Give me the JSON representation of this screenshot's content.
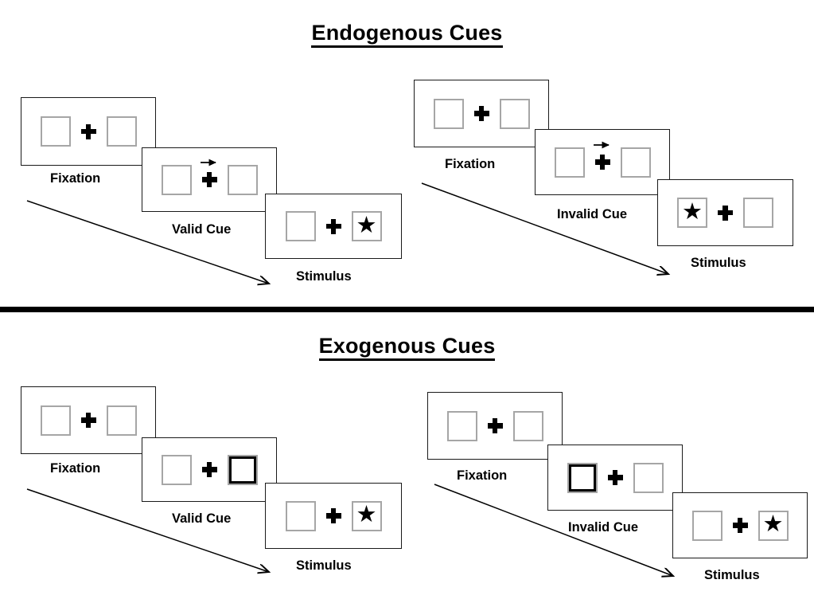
{
  "figure": {
    "title_top": "Endogenous Cues",
    "title_bottom": "Exogenous Cues"
  },
  "labels": {
    "fixation": "Fixation",
    "valid_cue": "Valid Cue",
    "invalid_cue": "Invalid Cue",
    "stimulus": "Stimulus"
  },
  "glyphs": {
    "star": "★"
  },
  "colors": {
    "box_border": "#a6a6a6",
    "cued_box_border": "#000000",
    "panel_border": "#1a1a1a",
    "ink": "#000000",
    "background": "#ffffff"
  },
  "sections": [
    {
      "id": "endogenous",
      "title": "Endogenous Cues",
      "cue_type": "central-arrow",
      "sequences": [
        {
          "id": "endogenous-valid",
          "condition": "Valid Cue",
          "frames": [
            {
              "name": "Fixation",
              "caption": "Fixation",
              "left_box": "empty",
              "right_box": "empty",
              "cue": "none",
              "arrow_direction": ""
            },
            {
              "name": "Valid Cue",
              "caption": "Valid Cue",
              "left_box": "empty",
              "right_box": "empty",
              "cue": "arrow",
              "arrow_direction": "right"
            },
            {
              "name": "Stimulus",
              "caption": "Stimulus",
              "left_box": "empty",
              "right_box": "star",
              "cue": "none",
              "arrow_direction": ""
            }
          ]
        },
        {
          "id": "endogenous-invalid",
          "condition": "Invalid Cue",
          "frames": [
            {
              "name": "Fixation",
              "caption": "Fixation",
              "left_box": "empty",
              "right_box": "empty",
              "cue": "none",
              "arrow_direction": ""
            },
            {
              "name": "Invalid Cue",
              "caption": "Invalid Cue",
              "left_box": "empty",
              "right_box": "empty",
              "cue": "arrow",
              "arrow_direction": "right"
            },
            {
              "name": "Stimulus",
              "caption": "Stimulus",
              "left_box": "star",
              "right_box": "empty",
              "cue": "none",
              "arrow_direction": ""
            }
          ]
        }
      ]
    },
    {
      "id": "exogenous",
      "title": "Exogenous Cues",
      "cue_type": "peripheral-flash",
      "sequences": [
        {
          "id": "exogenous-valid",
          "condition": "Valid Cue",
          "frames": [
            {
              "name": "Fixation",
              "caption": "Fixation",
              "left_box": "empty",
              "right_box": "empty",
              "cue": "none",
              "arrow_direction": ""
            },
            {
              "name": "Valid Cue",
              "caption": "Valid Cue",
              "left_box": "empty",
              "right_box": "cued",
              "cue": "box-right",
              "arrow_direction": ""
            },
            {
              "name": "Stimulus",
              "caption": "Stimulus",
              "left_box": "empty",
              "right_box": "star",
              "cue": "none",
              "arrow_direction": ""
            }
          ]
        },
        {
          "id": "exogenous-invalid",
          "condition": "Invalid Cue",
          "frames": [
            {
              "name": "Fixation",
              "caption": "Fixation",
              "left_box": "empty",
              "right_box": "empty",
              "cue": "none",
              "arrow_direction": ""
            },
            {
              "name": "Invalid Cue",
              "caption": "Invalid Cue",
              "left_box": "cued",
              "right_box": "empty",
              "cue": "box-left",
              "arrow_direction": ""
            },
            {
              "name": "Stimulus",
              "caption": "Stimulus",
              "left_box": "empty",
              "right_box": "star",
              "cue": "none",
              "arrow_direction": ""
            }
          ]
        }
      ]
    }
  ]
}
